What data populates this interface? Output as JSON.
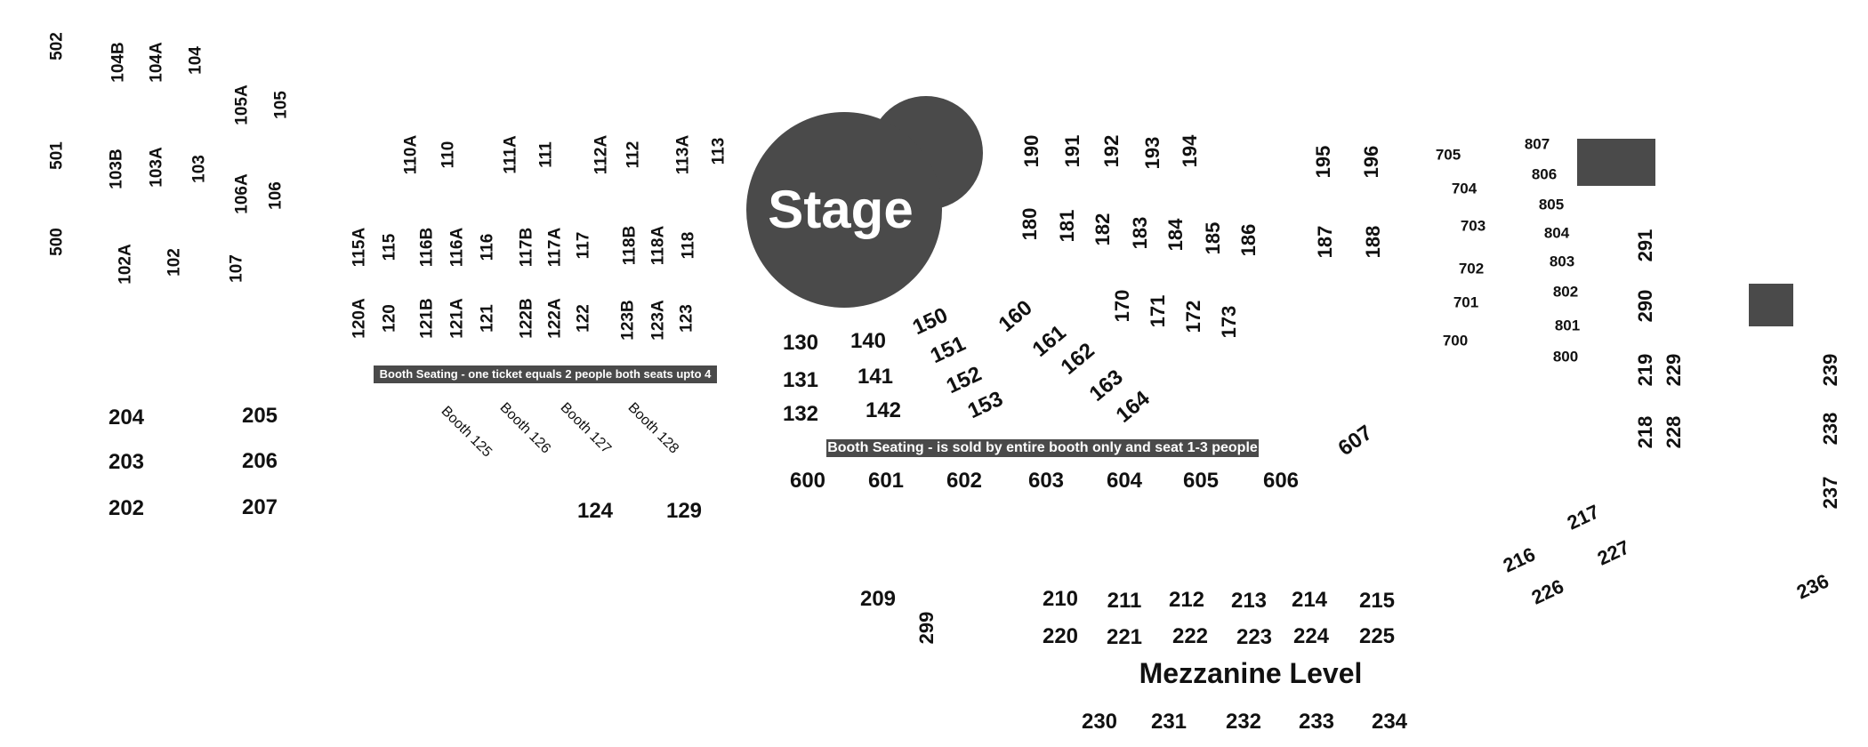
{
  "stage": {
    "label": "Stage",
    "color": "#4a4a4a"
  },
  "level_title": "Mezzanine Level",
  "banners": {
    "top": "Booth Seating - one ticket equals 2 people both seats upto 4",
    "mid": "Booth Seating - is sold by entire booth only and seat 1-3 people"
  },
  "booths": [
    "Booth 125",
    "Booth 126",
    "Booth 127",
    "Booth 128"
  ],
  "sections": {
    "left_upper": [
      "502",
      "104B",
      "104A",
      "104",
      "105A",
      "105",
      "501",
      "103B",
      "103A",
      "103",
      "106A",
      "106",
      "500",
      "102A",
      "102",
      "107"
    ],
    "orchestra_left": [
      "110A",
      "110",
      "111A",
      "111",
      "112A",
      "112",
      "113A",
      "113",
      "115A",
      "115",
      "116B",
      "116A",
      "116",
      "117B",
      "117A",
      "117",
      "118B",
      "118A",
      "118",
      "120A",
      "120",
      "121B",
      "121A",
      "121",
      "122B",
      "122A",
      "122",
      "123B",
      "123A",
      "123"
    ],
    "orchestra_center": [
      "130",
      "131",
      "132",
      "140",
      "141",
      "142",
      "150",
      "151",
      "152",
      "153",
      "160",
      "161",
      "162",
      "163",
      "164",
      "170",
      "171",
      "172",
      "173",
      "180",
      "181",
      "182",
      "183",
      "184",
      "185",
      "186",
      "187",
      "188",
      "190",
      "191",
      "192",
      "193",
      "194",
      "195",
      "196"
    ],
    "row_600": [
      "600",
      "601",
      "602",
      "603",
      "604",
      "605",
      "606",
      "607"
    ],
    "right_upper": [
      "705",
      "704",
      "703",
      "702",
      "701",
      "700",
      "807",
      "806",
      "805",
      "804",
      "803",
      "802",
      "801",
      "800",
      "291",
      "290",
      "219",
      "229",
      "218",
      "228",
      "239",
      "238",
      "237",
      "236",
      "217",
      "216",
      "227",
      "226"
    ],
    "left_lower": [
      "204",
      "205",
      "203",
      "206",
      "202",
      "207",
      "124",
      "129"
    ],
    "mezzanine": [
      "209",
      "299",
      "210",
      "211",
      "212",
      "213",
      "214",
      "215",
      "220",
      "221",
      "222",
      "223",
      "224",
      "225",
      "230",
      "231",
      "232",
      "233",
      "234"
    ]
  }
}
